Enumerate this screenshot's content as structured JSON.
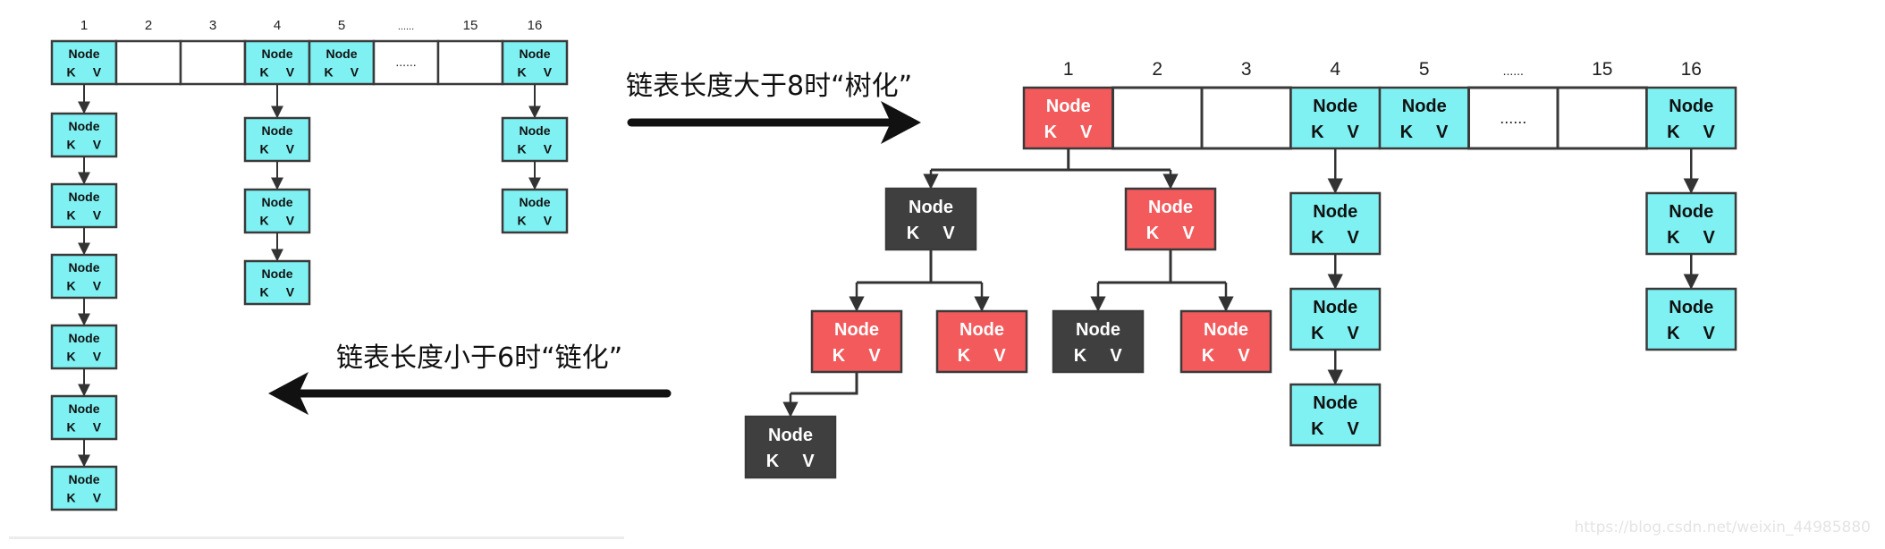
{
  "colors": {
    "cyan_node": "#7ff1f2",
    "red_node": "#f35a5c",
    "dark_node": "#3f3f3f",
    "border": "#3a3a3a",
    "empty_bucket": "#ffffff",
    "arrow": "#111111"
  },
  "node_text": {
    "title": "Node",
    "key": "K",
    "value": "V"
  },
  "ellipsis_text": "......",
  "left_structure": {
    "bucket_indices": [
      "1",
      "2",
      "3",
      "4",
      "5",
      "......",
      "15",
      "16"
    ],
    "bucket_contents": [
      "node",
      "empty",
      "empty",
      "node",
      "node",
      "ellipsis",
      "empty",
      "node"
    ],
    "chain_lengths": [
      6,
      0,
      0,
      3,
      0,
      0,
      0,
      2
    ]
  },
  "right_structure": {
    "bucket_indices": [
      "1",
      "2",
      "3",
      "4",
      "5",
      "......",
      "15",
      "16"
    ],
    "bucket_contents": [
      "red-node",
      "empty",
      "empty",
      "node",
      "node",
      "ellipsis",
      "empty",
      "node"
    ],
    "chain_lengths": [
      0,
      0,
      0,
      3,
      0,
      0,
      0,
      2
    ],
    "tree_node_colors": {
      "root": "red",
      "left_child": "dark",
      "right_child": "red",
      "left_left": "red",
      "left_right": "red",
      "right_left": "dark",
      "right_right": "red",
      "left_left_left": "dark"
    }
  },
  "transitions": {
    "treeify_label": "链表长度大于8时“树化”",
    "untreeify_label": "链表长度小于6时“链化”"
  },
  "watermark": "https://blog.csdn.net/weixin_44985880"
}
